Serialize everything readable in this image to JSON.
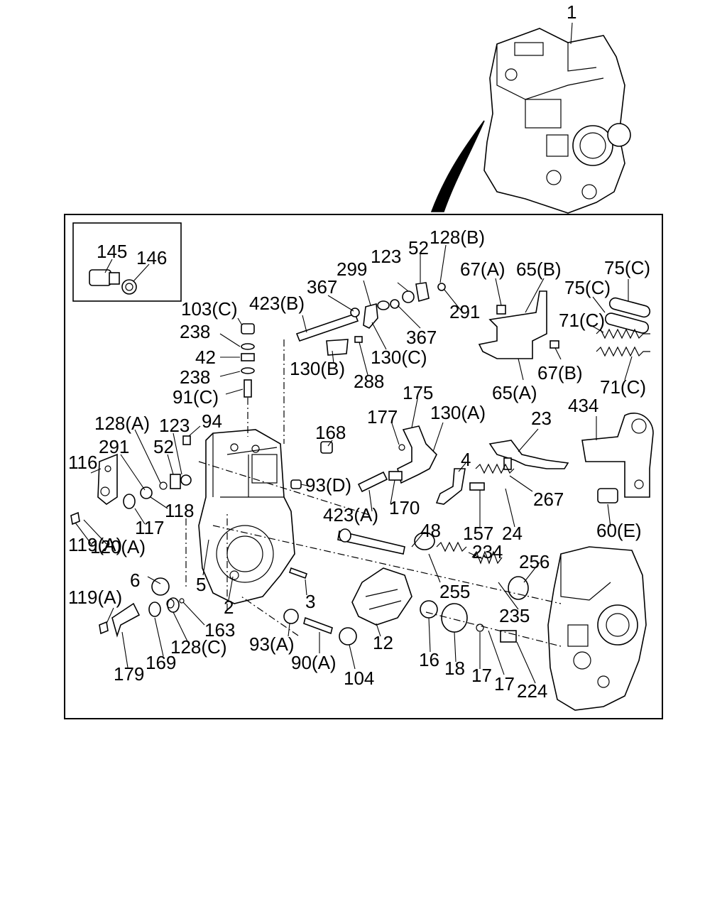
{
  "callouts": {
    "c1": "1",
    "c145": "145",
    "c146": "146",
    "c103c": "103(C)",
    "c238a": "238",
    "c42": "42",
    "c238b": "238",
    "c91c": "91(C)",
    "c423b": "423(B)",
    "c367a": "367",
    "c299": "299",
    "c123a": "123",
    "c52a": "52",
    "c128b": "128(B)",
    "c367b": "367",
    "c291a": "291",
    "c130c": "130(C)",
    "c130b": "130(B)",
    "c288": "288",
    "c67a": "67(A)",
    "c65b": "65(B)",
    "c75c1": "75(C)",
    "c75c2": "75(C)",
    "c71c1": "71(C)",
    "c67b": "67(B)",
    "c65a": "65(A)",
    "c71c2": "71(C)",
    "c175": "175",
    "c177": "177",
    "c130a": "130(A)",
    "c168": "168",
    "c128a": "128(A)",
    "c123b": "123",
    "c94": "94",
    "c291b": "291",
    "c52b": "52",
    "c116": "116",
    "c23": "23",
    "c434": "434",
    "c93d": "93(D)",
    "c4": "4",
    "c423a": "423(A)",
    "c170": "170",
    "c267": "267",
    "c118": "118",
    "c117": "117",
    "c120a": "120(A)",
    "c119a1": "119(A)",
    "c48": "48",
    "c157": "157",
    "c24": "24",
    "c60e": "60(E)",
    "c234": "234",
    "c256": "256",
    "c6": "6",
    "c5": "5",
    "c255": "255",
    "c3": "3",
    "c119a2": "119(A)",
    "c2": "2",
    "c235": "235",
    "c163": "163",
    "c128c": "128(C)",
    "c93a": "93(A)",
    "c12": "12",
    "c90a": "90(A)",
    "c16": "16",
    "c18": "18",
    "c17a": "17",
    "c17b": "17",
    "c224": "224",
    "c179": "179",
    "c169": "169",
    "c104": "104"
  }
}
